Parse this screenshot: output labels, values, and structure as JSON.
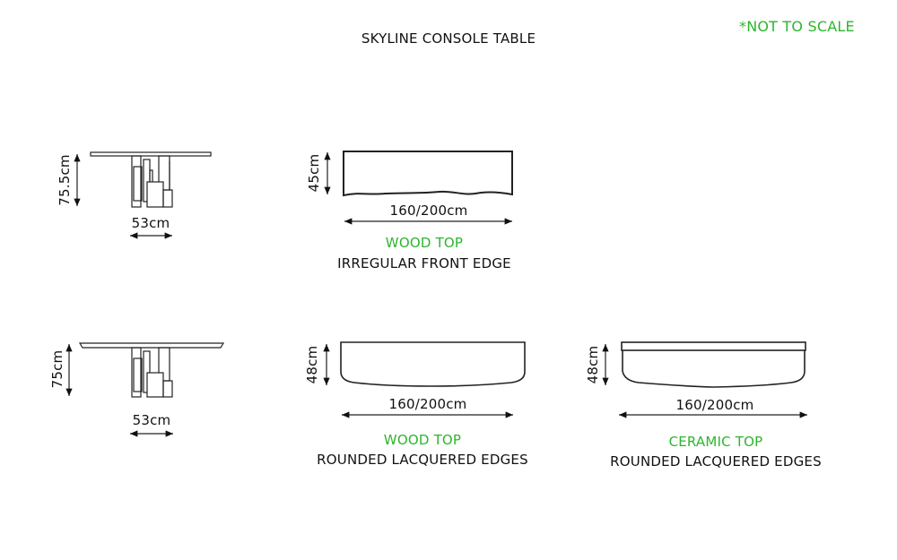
{
  "title": "SKYLINE CONSOLE TABLE",
  "note": "*NOT TO SCALE",
  "accent_color": "#2db52d",
  "views": [
    {
      "height_label": "75.5cm",
      "depth_label": "53cm"
    },
    {
      "height_label": "45cm",
      "width_label": "160/200cm",
      "top_label": "WOOD TOP",
      "edge_label": "IRREGULAR FRONT EDGE"
    },
    {
      "height_label": "75cm",
      "depth_label": "53cm"
    },
    {
      "height_label": "48cm",
      "width_label": "160/200cm",
      "top_label": "WOOD TOP",
      "edge_label": "ROUNDED LACQUERED EDGES"
    },
    {
      "height_label": "48cm",
      "width_label": "160/200cm",
      "top_label": "CERAMIC TOP",
      "edge_label": "ROUNDED LACQUERED EDGES"
    }
  ]
}
